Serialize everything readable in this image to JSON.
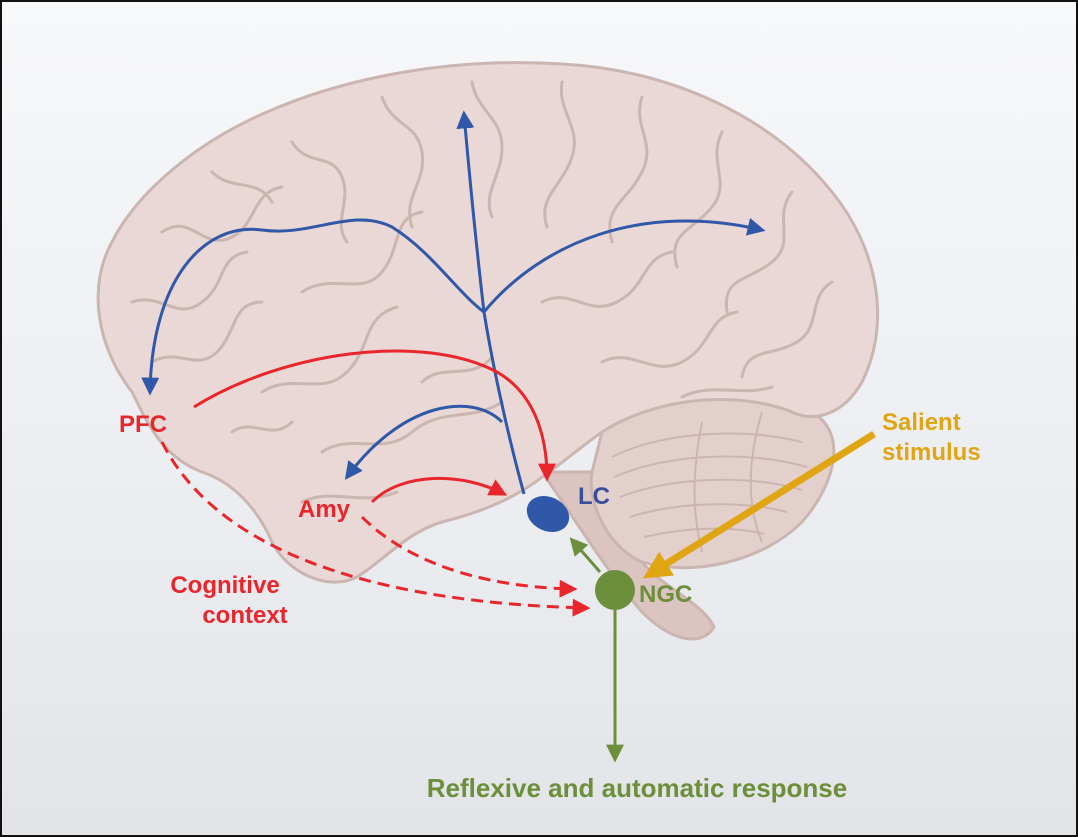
{
  "labels": {
    "pfc": "PFC",
    "amy": "Amy",
    "lc": "LC",
    "ngc": "NGC",
    "salient_line1": "Salient",
    "salient_line2": "stimulus",
    "cognitive_line1": "Cognitive",
    "cognitive_line2": "context",
    "response": "Reflexive and automatic response"
  },
  "colors": {
    "red": "#e8262b",
    "blue": "#2f58a8",
    "green": "#6b8f3a",
    "gold": "#e0a512",
    "lc_label": "#3a4f9c",
    "brain_fill": "#e9d8d5",
    "brain_stroke": "#cbb5b1",
    "cerebellum_fill": "#e3d0cc",
    "brainstem_fill": "#dcc5c1"
  }
}
